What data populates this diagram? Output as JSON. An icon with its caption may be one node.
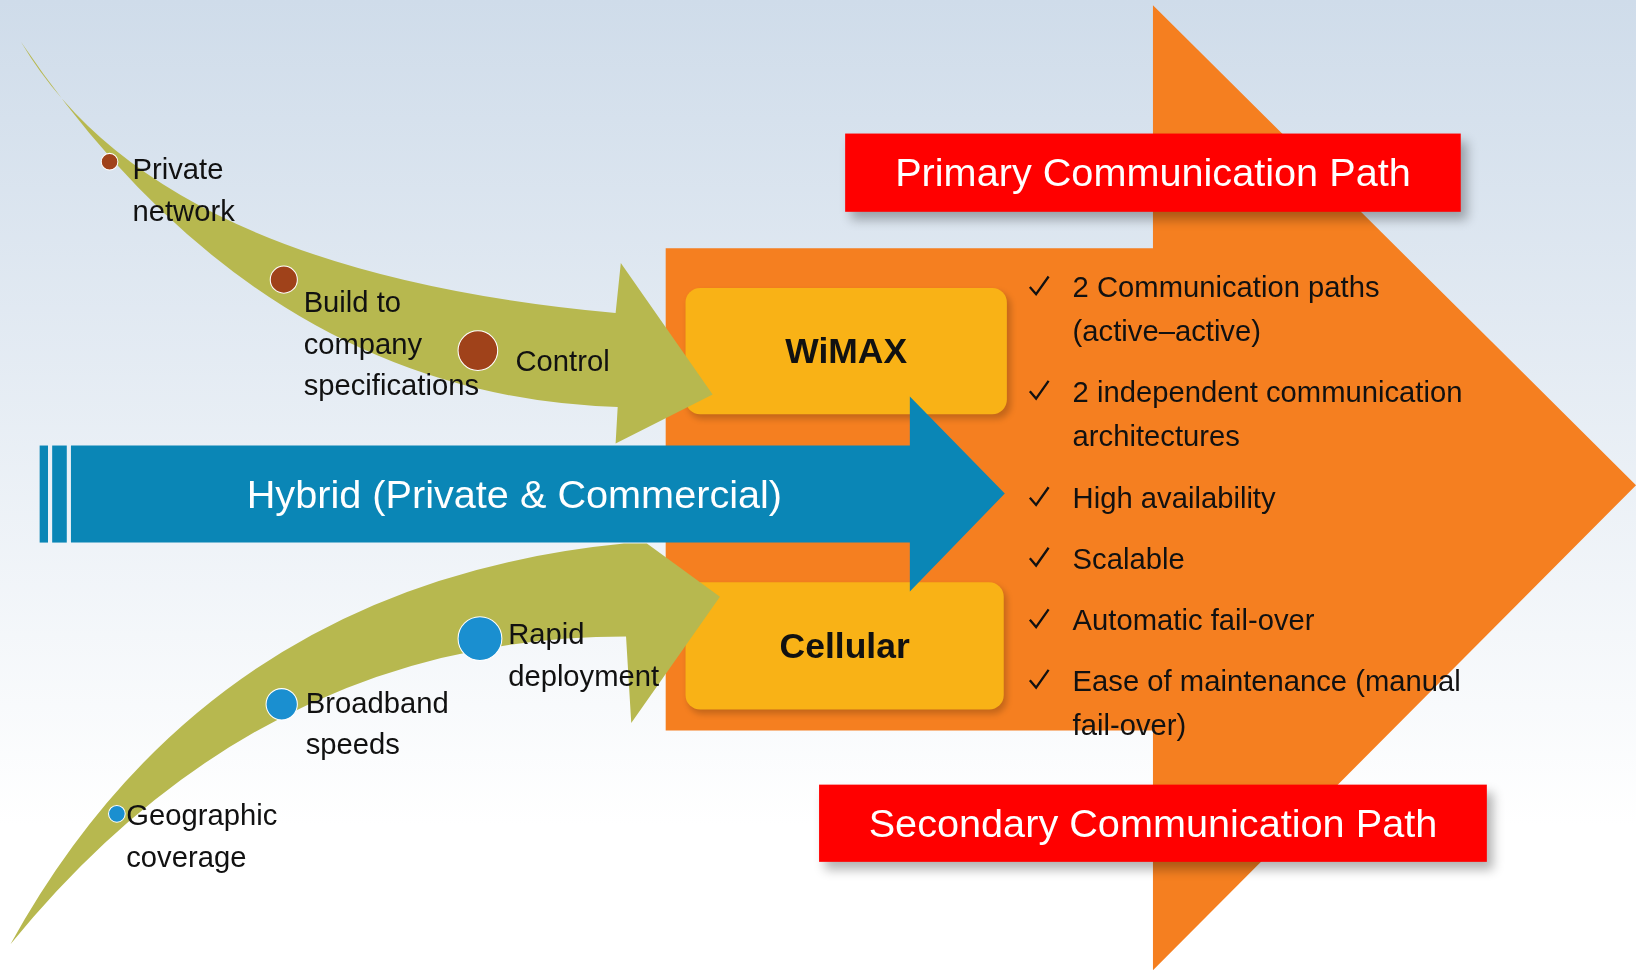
{
  "diagram": {
    "nodes": [
      {
        "text": [
          "Primary Communication Path"
        ]
      },
      {
        "text": [
          "Private network",
          "Build to company specifications",
          "Control"
        ]
      },
      {
        "text": [
          "2 Communication paths (active–active)",
          "2 independent communication architectures",
          "High availability",
          "Scalable",
          "Automatic fail-over",
          "Ease of maintenance (manual fail-over)"
        ]
      },
      {
        "text": [
          "WiMAX"
        ],
        "in": 2
      },
      {
        "text": [
          "Cellular"
        ],
        "in": 2
      },
      {
        "text": [
          "Hybrid (Private & Commercial)"
        ]
      },
      {
        "text": [
          "Rapid deployment",
          "Broadband speeds",
          "Geographic coverage"
        ]
      },
      {
        "text": [
          "Secondary Communication Path"
        ]
      }
    ]
  }
}
